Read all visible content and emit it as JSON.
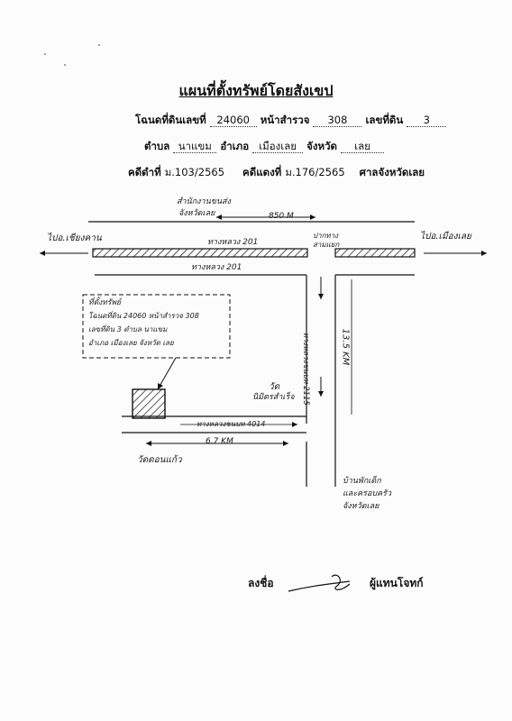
{
  "title": "แผนที่ตั้งทรัพย์โดยสังเขป",
  "header": {
    "deed_label": "โฉนดที่ดินเลขที่",
    "deed_no": "24060",
    "survey_label": "หน้าสำรวจ",
    "survey_no": "308",
    "land_label": "เลขที่ดิน",
    "land_no": "3",
    "tambon_label": "ตำบล",
    "tambon": "นาแขม",
    "amphoe_label": "อำเภอ",
    "amphoe": "เมืองเลย",
    "province_label": "จังหวัด",
    "province": "เลย",
    "black_case_label": "คดีดำที่",
    "black_case": "ม.103/2565",
    "red_case_label": "คดีแดงที่",
    "red_case": "ม.176/2565",
    "court": "ศาลจังหวัดเลย"
  },
  "map": {
    "office_line1": "สำนักงานขนส่ง",
    "office_line2": "จังหวัดเลย",
    "dist_850": "850 M",
    "to_chiang_khan": "ไปอ.เชียงคาน",
    "to_mueang_loei": "ไปอ.เมืองเลย",
    "road_201_top": "ทางหลวง 201",
    "road_201_bottom": "ทางหลวง 201",
    "junction_1": "ปากทาง",
    "junction_2": "สามแยก",
    "property_box": [
      "ที่ตั้งทรัพย์",
      "โฉนดที่ดิน 24060 หน้าสำรวจ 308",
      "เลขที่ดิน 3  ตำบล นาแขม",
      "อำเภอ เมืองเลย จังหวัด เลย"
    ],
    "road_2115": "ทางหลวงชนบท 2115",
    "dist_135": "13.5 KM",
    "landmark_top": "วัด",
    "landmark_bottom": "นิมิตรสำเร็จ",
    "road_4014": "ทางหลวงชนบท 4014",
    "dist_67": "6.7 KM",
    "wat_label": "วัดดอนแก้ว",
    "kinder_line1": "บ้านพักเด็ก",
    "kinder_line2": "และครอบครัว",
    "kinder_line3": "จังหวัดเลย"
  },
  "signature": {
    "label": "ลงชื่อ",
    "role": "ผู้แทนโจทก์"
  }
}
